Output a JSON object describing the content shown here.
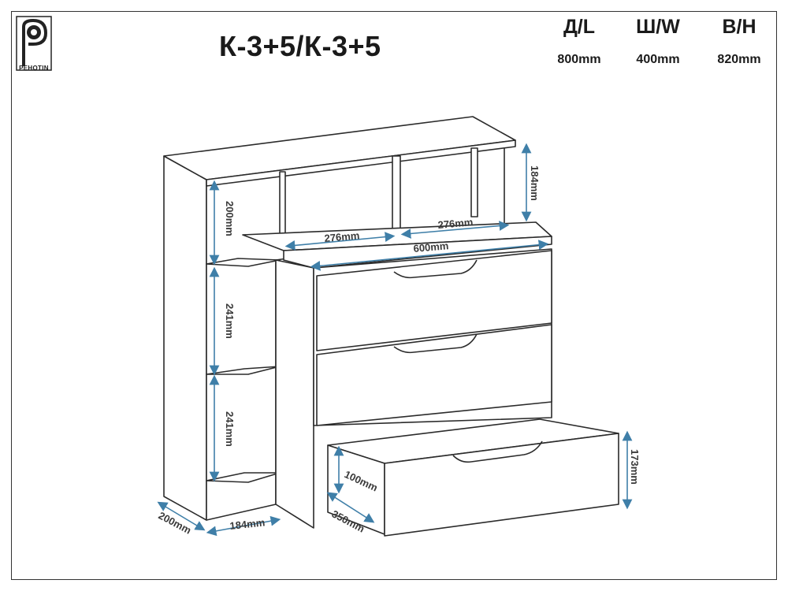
{
  "brand": {
    "logo_text": "PEHOTIN"
  },
  "title": "К-3+5/К-3+5",
  "dimensions": [
    {
      "header": "Д/L",
      "value": "800mm"
    },
    {
      "header": "Ш/W",
      "value": "400mm"
    },
    {
      "header": "В/Н",
      "value": "820mm"
    }
  ],
  "labels": {
    "top_shelf_height": "184mm",
    "shelf_200": "200mm",
    "shelf_241_a": "241mm",
    "shelf_241_b": "241mm",
    "niche_left": "276mm",
    "niche_right": "276mm",
    "chest_width": "600mm",
    "drawer_front_height": "173mm",
    "drawer_inner_height": "100mm",
    "drawer_depth": "350mm",
    "side_depth": "200mm",
    "side_width": "184mm"
  },
  "colors": {
    "outline": "#2b2b2b",
    "dimension": "#3f7fa8",
    "panel": "#ffffff"
  }
}
